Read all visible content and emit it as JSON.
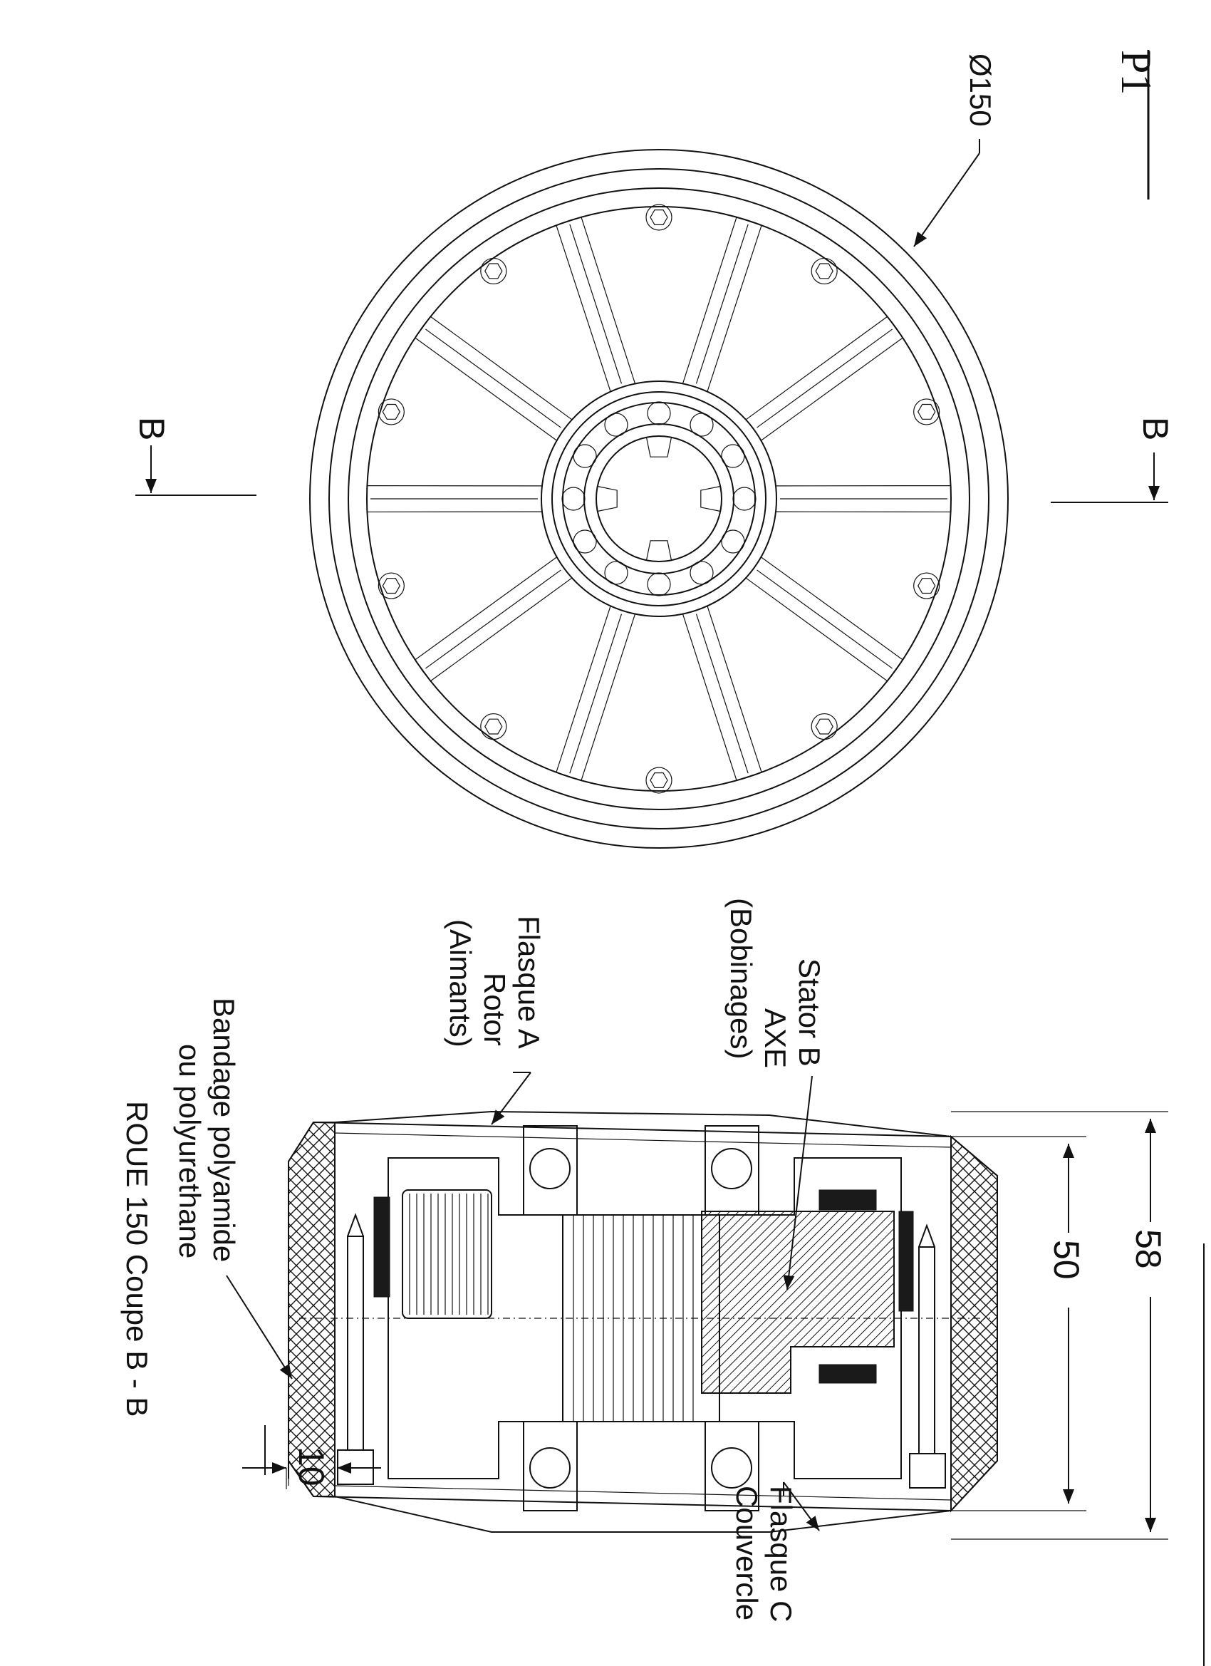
{
  "sheet": {
    "page_mark": "P1"
  },
  "front_view": {
    "diameter_label": "Ø150",
    "section_mark_left": "B",
    "section_mark_right": "B",
    "spoke_count": 10,
    "bolt_count": 10,
    "ball_count": 12
  },
  "section_view": {
    "title": "ROUE 150 Coupe B - B",
    "dimensions": {
      "overall_width": "58",
      "inner_width": "50",
      "tyre_thickness": "10"
    },
    "callouts": {
      "flange_a": [
        "Flasque A",
        "Rotor",
        "(Aimants)"
      ],
      "stator_b": [
        "Stator B",
        "AXE",
        "(Bobinages)"
      ],
      "flange_c": [
        "Flasque C",
        "Couvercle"
      ],
      "tyre": [
        "Bandage polyamide",
        "ou  polyurethane"
      ]
    }
  },
  "colors": {
    "ink": "#111111",
    "paper": "#ffffff"
  }
}
